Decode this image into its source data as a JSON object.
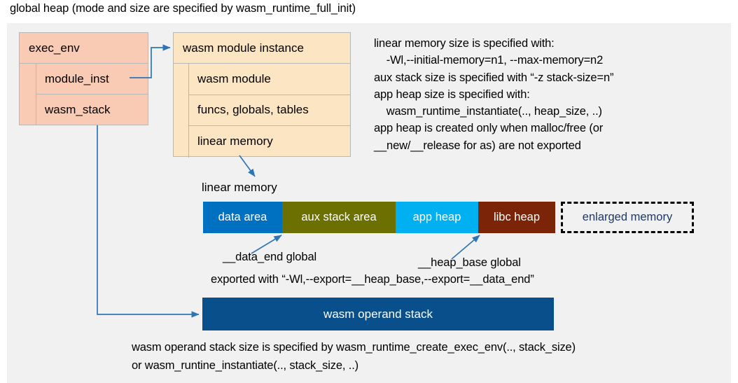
{
  "title": "global heap (mode and size are specified by wasm_runtime_full_init)",
  "colors": {
    "canvas": "#f1f1f1",
    "exec_env_fill": "#f9cbb4",
    "module_inst_fill": "#fce5c2",
    "box_border": "#b8b8b8",
    "connector": "#2E75B6",
    "data_area": "#0070c0",
    "aux_stack_area": "#6b7000",
    "app_heap": "#00b0f0",
    "libc_heap": "#7b2408",
    "enlarged_memory_text": "#1f3864",
    "operand_stack": "#084f8c"
  },
  "exec_env": {
    "header": "exec_env",
    "fields": [
      "module_inst",
      "wasm_stack"
    ]
  },
  "module_instance": {
    "header": "wasm module instance",
    "fields": [
      "wasm module",
      "funcs, globals, tables",
      "linear memory"
    ]
  },
  "notes": {
    "right": "linear memory size is specified with:\n    -Wl,--initial-memory=n1, --max-memory=n2\naux stack size is specified with “-z stack-size=n”\napp heap size is specified with:\n    wasm_runtime_instantiate(.., heap_size, ..)\napp heap is created only when malloc/free (or\n__new/__release for as) are not exported",
    "bottom": "wasm operand stack size is specified by wasm_runtime_create_exec_env(.., stack_size)\nor wasm_runtine_instantiate(.., stack_size, ..)"
  },
  "linear_memory": {
    "label": "linear memory",
    "segments": [
      {
        "label": "data area",
        "color": "#0070c0",
        "width": 113,
        "text_color": "#ffffff"
      },
      {
        "label": "aux stack area",
        "color": "#6b7000",
        "width": 162,
        "text_color": "#ffffff"
      },
      {
        "label": "app heap",
        "color": "#00b0f0",
        "width": 118,
        "text_color": "#ffffff"
      },
      {
        "label": "libc heap",
        "color": "#7b2408",
        "width": 110,
        "text_color": "#ffffff"
      },
      {
        "label": "enlarged memory",
        "color": "#f1f1f1",
        "width": 190,
        "text_color": "#1f3864",
        "dashed": true
      }
    ]
  },
  "annotations": {
    "data_end": "__data_end global",
    "heap_base": "__heap_base global",
    "export_line": "exported with “-Wl,--export=__heap_base,--export=__data_end”"
  },
  "operand_stack": {
    "label": "wasm operand stack"
  }
}
